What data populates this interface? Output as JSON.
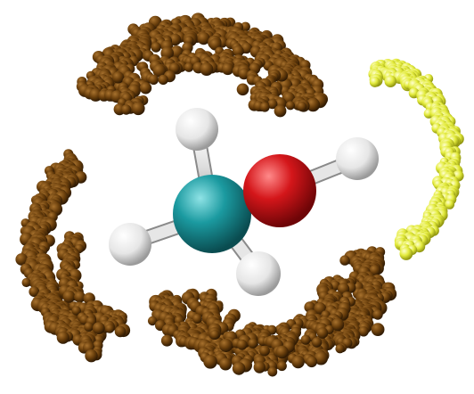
{
  "scene": {
    "background": "#ffffff",
    "description_visible_text": "",
    "molecule": {
      "atoms": [
        {
          "element": "C",
          "color": "#1b9aa0"
        },
        {
          "element": "O",
          "color": "#d4161a"
        },
        {
          "element": "H",
          "color": "#f2f2f2"
        },
        {
          "element": "H",
          "color": "#f2f2f2"
        },
        {
          "element": "H",
          "color": "#f2f2f2"
        },
        {
          "element": "H",
          "color": "#f2f2f2"
        }
      ],
      "bond_color": "#d8d8d8"
    },
    "clouds": {
      "brown_color": "#6a3f0c",
      "yellow_color": "#e0e83a"
    }
  }
}
